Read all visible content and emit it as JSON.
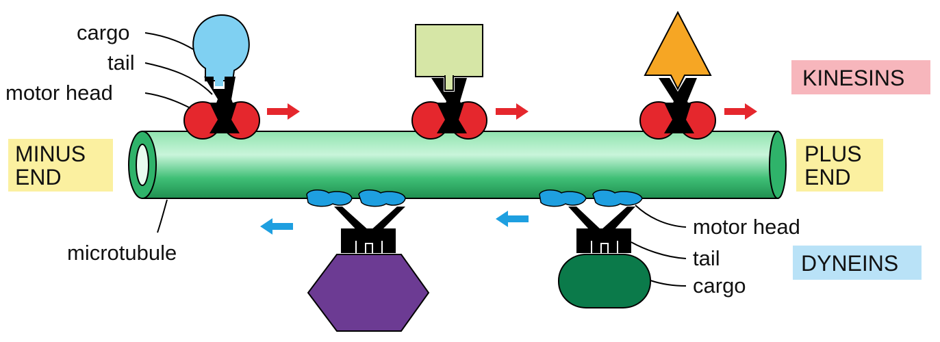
{
  "colors": {
    "microtubule": "#2fb36a",
    "microtubule_light": "#b8f0cc",
    "kinesin_head": "#e5272d",
    "dynein_head": "#1e9fe0",
    "motor_body": "#000000",
    "arrow_plus": "#e5272d",
    "arrow_minus": "#1e9fe0",
    "kinesins_box": "#f7b6bc",
    "dyneins_box": "#b9e2f7",
    "end_box": "#fbf0a0",
    "cargo_circle": "#7fd0f2",
    "cargo_square": "#d6e6a6",
    "cargo_triangle": "#f6a624",
    "cargo_hexagon": "#6c3b93",
    "cargo_oval": "#0b7a4a"
  },
  "labels": {
    "kinesins": "KINESINS",
    "dyneins": "DYNEINS",
    "minus_end": [
      "MINUS",
      "END"
    ],
    "plus_end": [
      "PLUS",
      "END"
    ],
    "microtubule": "microtubule",
    "kinesin_cargo": "cargo",
    "kinesin_tail": "tail",
    "kinesin_motor_head": "motor head",
    "dynein_motor_head": "motor head",
    "dynein_tail": "tail",
    "dynein_cargo": "cargo"
  }
}
